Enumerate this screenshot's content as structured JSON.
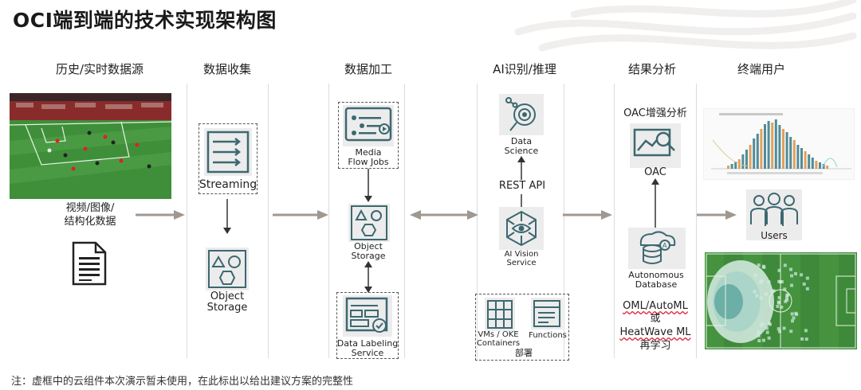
{
  "title": "OCI端到端的技术实现架构图",
  "columns": [
    "历史/实时数据源",
    "数据收集",
    "数据加工",
    "AI识别/推理",
    "结果分析",
    "终端用户"
  ],
  "source": {
    "video_label_line1": "视频/图像/",
    "video_label_line2": "结构化数据"
  },
  "collect": {
    "streaming": "Streaming",
    "object_storage_line1": "Object",
    "object_storage_line2": "Storage"
  },
  "process": {
    "media_line1": "Media",
    "media_line2": "Flow Jobs",
    "object_storage_line1": "Object",
    "object_storage_line2": "Storage",
    "labeling_line1": "Data  Labeling",
    "labeling_line2": "Service"
  },
  "ai": {
    "data_science_line1": "Data",
    "data_science_line2": "Science",
    "rest_api": "REST  API",
    "vision_line1": "AI Vision",
    "vision_line2": "Service",
    "vms_line1": "VMs / OKE",
    "vms_line2": "Containers",
    "functions": "Functions",
    "deploy": "部署"
  },
  "analysis": {
    "oac_enhanced": "OAC增强分析",
    "oac": "OAC",
    "adb_line1": "Autonomous",
    "adb_line2": "Database",
    "ml_line1": "OML/AutoML",
    "ml_line2": "或",
    "ml_line3": "HeatWave ML",
    "ml_line4": "再学习"
  },
  "users": {
    "users": "Users"
  },
  "note": "注：虚框中的云组件本次演示暂未使用，在此标出以给出建议方案的完整性",
  "colors": {
    "accent": "#3d6870",
    "arrow_gray": "#a09890",
    "tile_bg": "#ececec",
    "pitch_green": "#3e8a3a",
    "heat_teal": "#2f6f73"
  }
}
